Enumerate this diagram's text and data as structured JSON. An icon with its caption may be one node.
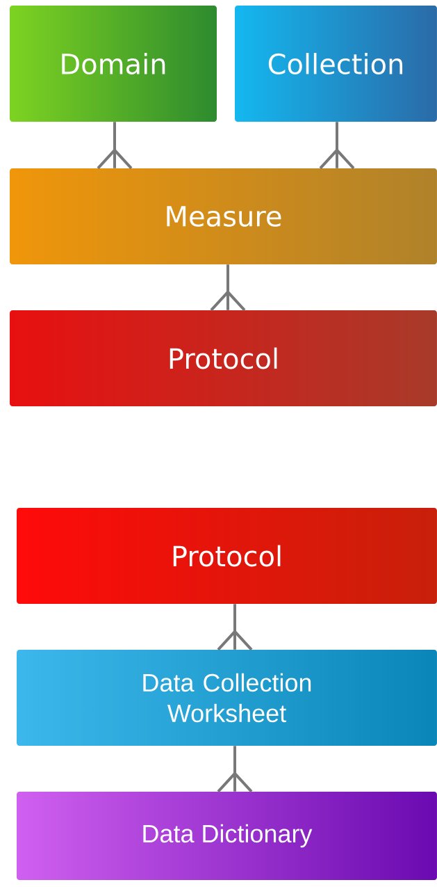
{
  "diagram": {
    "nodes": [
      {
        "text": [
          "Domain"
        ]
      },
      {
        "text": [
          "Collection"
        ]
      },
      {
        "text": [
          "Measure"
        ]
      },
      {
        "text": [
          "Protocol"
        ]
      },
      {
        "text": [
          "Protocol"
        ]
      },
      {
        "text": [
          "Data Collection Worksheet"
        ]
      },
      {
        "text": [
          "Data Dictionary"
        ]
      }
    ],
    "edges": [
      {
        "from": 0,
        "to": 2,
        "arrow": "other"
      },
      {
        "from": 1,
        "to": 2,
        "arrow": "other"
      },
      {
        "from": 2,
        "to": 3,
        "arrow": "other"
      },
      {
        "from": 4,
        "to": 5,
        "arrow": "other"
      },
      {
        "from": 5,
        "to": 6,
        "arrow": "other"
      }
    ]
  }
}
